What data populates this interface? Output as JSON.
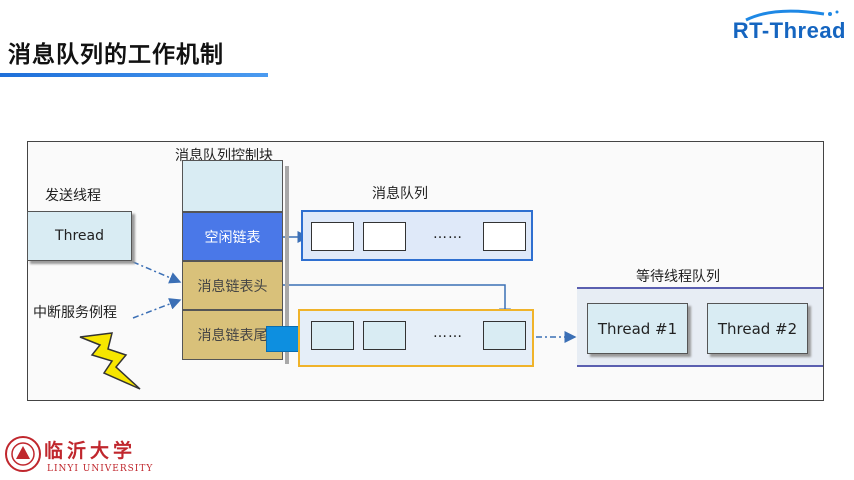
{
  "header": {
    "title": "消息队列的工作机制",
    "brand_logo_text": "RT-Thread"
  },
  "diagram": {
    "sender_label": "发送线程",
    "sender_thread": "Thread",
    "isr_label": "中断服务例程",
    "isr_icon": "lightning-bolt-icon",
    "control_block_title": "消息队列控制块",
    "control_block_rows": [
      "",
      "空闲链表",
      "消息链表头",
      "消息链表尾"
    ],
    "queue_title": "消息队列",
    "ellipsis": "……",
    "wait_queue_title": "等待线程队列",
    "waiting_threads": [
      "Thread #1",
      "Thread #2"
    ],
    "colors": {
      "free_list_border": "#2e6fd0",
      "message_list_border": "#f0b32a",
      "free_list_cell": "#4a78e8",
      "head_tail_cells": "#d9c17a",
      "tail_marker": "#0d8fe0"
    }
  },
  "footer": {
    "university_cn": "临沂大学",
    "university_en": "LINYI UNIVERSITY"
  }
}
